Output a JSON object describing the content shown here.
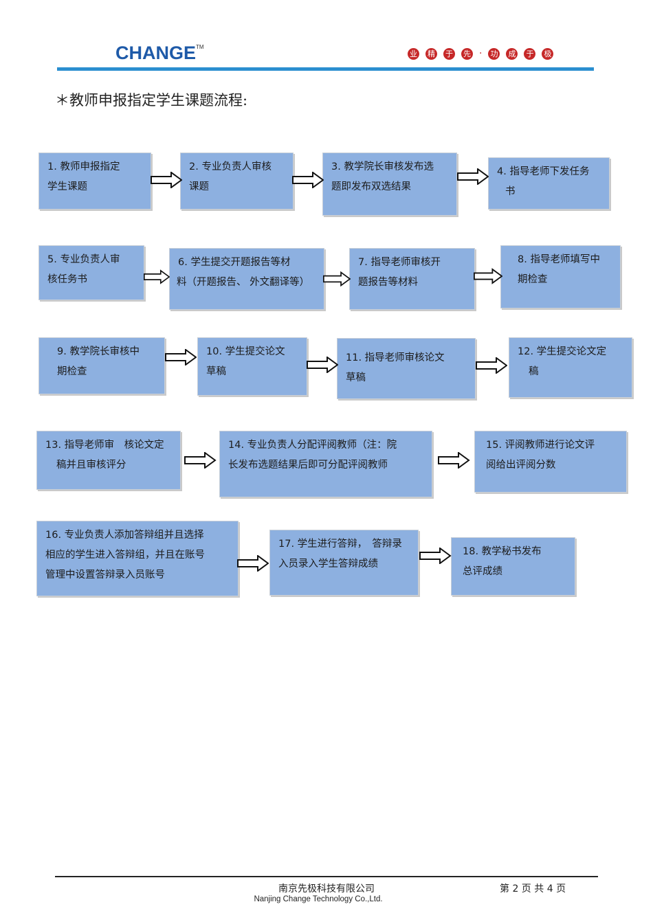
{
  "header": {
    "logo": "CHANGE",
    "logo_mark": "TM",
    "slogan": [
      "业",
      "精",
      "于",
      "先",
      "·",
      "功",
      "成",
      "于",
      "极"
    ]
  },
  "heading": "＊教师申报指定学生课题流程:",
  "steps": [
    {
      "lines": [
        "1. 教师申报指定",
        "学生课题"
      ]
    },
    {
      "lines": [
        "2. 专业负责人审核",
        "课题"
      ]
    },
    {
      "lines": [
        "3. 教学院长审核发布选",
        "题即发布双选结果"
      ]
    },
    {
      "lines": [
        "4. 指导老师下发任务",
        "书"
      ]
    },
    {
      "lines": [
        "5. 专业负责人审",
        "核任务书"
      ]
    },
    {
      "lines": [
        "6. 学生提交开题报告等材",
        "料（开题报告、 外文翻译等）"
      ]
    },
    {
      "lines": [
        "7. 指导老师审核开",
        "题报告等材料"
      ]
    },
    {
      "lines": [
        "8. 指导老师填写中",
        "期检查"
      ]
    },
    {
      "lines": [
        "9. 教学院长审核中",
        "期检查"
      ]
    },
    {
      "lines": [
        "10. 学生提交论文",
        "草稿"
      ]
    },
    {
      "lines": [
        "11. 指导老师审核论文",
        "草稿"
      ]
    },
    {
      "lines": [
        "12. 学生提交论文定",
        "稿"
      ]
    },
    {
      "lines": [
        "13. 指导老师审　核论文定",
        "稿并且审核评分"
      ]
    },
    {
      "lines": [
        "14. 专业负责人分配评阅教师（注：院",
        "长发布选题结果后即可分配评阅教师"
      ]
    },
    {
      "lines": [
        "15. 评阅教师进行论文评",
        "阅给出评阅分数"
      ]
    },
    {
      "lines": [
        "16. 专业负责人添加答辩组并且选择",
        "相应的学生进入答辩组，并且在账号",
        "管理中设置答辩录入员账号"
      ]
    },
    {
      "lines": [
        "17. 学生进行答辩，　答辩录",
        "入员录入学生答辩成绩"
      ]
    },
    {
      "lines": [
        "18. 教学秘书发布",
        "总评成绩"
      ]
    }
  ],
  "footer": {
    "company_cn": "南京先极科技有限公司",
    "company_en": "Nanjing Change Technology Co.,Ltd.",
    "page_label": "第 2 页  共 4 页"
  }
}
